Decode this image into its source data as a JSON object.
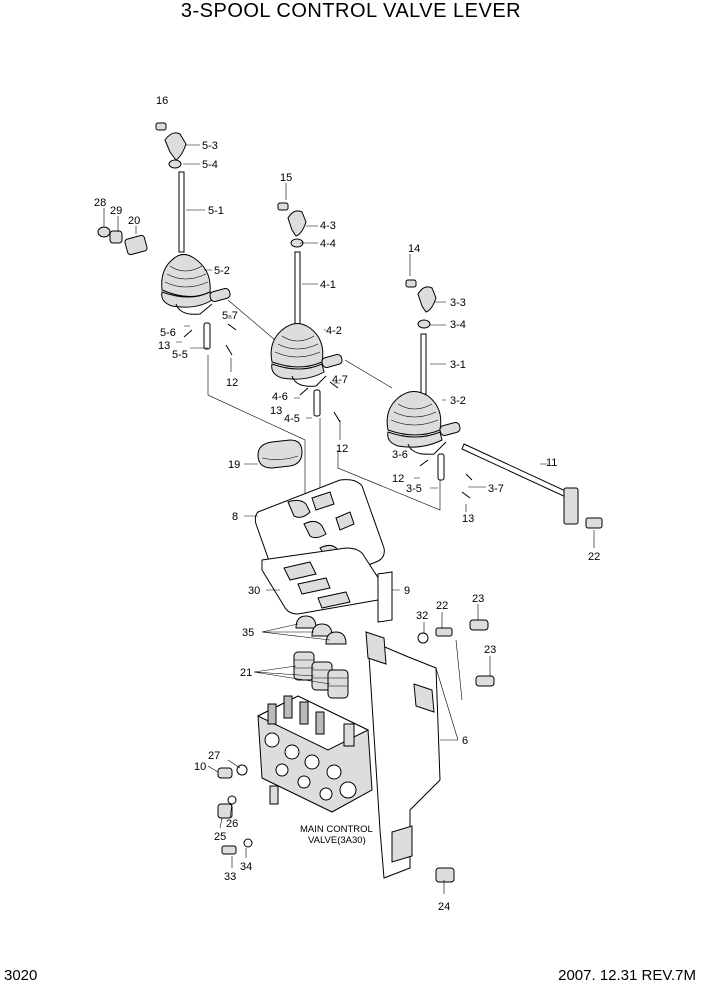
{
  "title": "3-SPOOL CONTROL VALVE LEVER",
  "page_number": "3020",
  "date_revision": "2007. 12.31  REV.7M",
  "callouts": {
    "c16": "16",
    "c5_3": "5-3",
    "c5_4": "5-4",
    "c5_1": "5-1",
    "c28": "28",
    "c29": "29",
    "c20": "20",
    "c5_2": "5-2",
    "c5_7": "5-7",
    "c5_6": "5-6",
    "c13a": "13",
    "c5_5": "5-5",
    "c12a": "12",
    "c15": "15",
    "c4_3": "4-3",
    "c4_4": "4-4",
    "c4_1": "4-1",
    "c4_2": "4-2",
    "c4_7": "4-7",
    "c4_6": "4-6",
    "c13b": "13",
    "c4_5": "4-5",
    "c12b": "12",
    "c14": "14",
    "c3_3": "3-3",
    "c3_4": "3-4",
    "c3_1": "3-1",
    "c3_2": "3-2",
    "c3_6": "3-6",
    "c12c": "12",
    "c3_5": "3-5",
    "c3_7": "3-7",
    "c13c": "13",
    "c11": "11",
    "c22a": "22",
    "c19": "19",
    "c8": "8",
    "c30": "30",
    "c9": "9",
    "c32": "32",
    "c22b": "22",
    "c23a": "23",
    "c23b": "23",
    "c35": "35",
    "c21": "21",
    "c6": "6",
    "c27": "27",
    "c10": "10",
    "c26": "26",
    "c25": "25",
    "c34": "34",
    "c33": "33",
    "c24": "24"
  },
  "main_valve_label_line1": "MAIN CONTROL",
  "main_valve_label_line2": "VALVE(3A30)"
}
